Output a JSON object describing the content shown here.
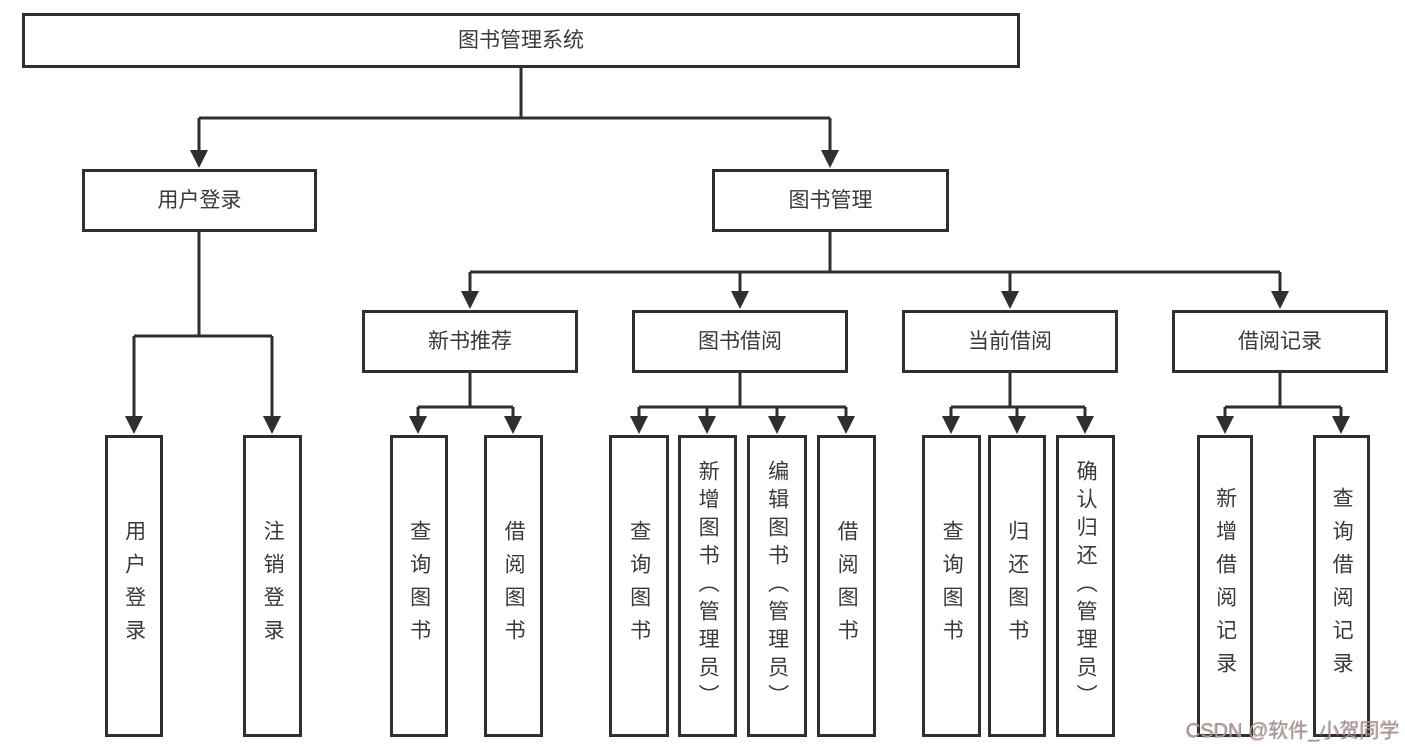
{
  "diagram_type": "hierarchy",
  "colors": {
    "line": "#2f2f2f",
    "text": "#3a3a3a",
    "background": "#ffffff",
    "watermark": "#9b9b9b"
  },
  "root": {
    "label": "图书管理系统"
  },
  "branches": [
    {
      "label": "用户登录",
      "leaves": [
        {
          "label": "用户登录"
        },
        {
          "label": "注销登录"
        }
      ]
    },
    {
      "label": "图书管理",
      "groups": [
        {
          "label": "新书推荐",
          "leaves": [
            {
              "label": "查询图书"
            },
            {
              "label": "借阅图书"
            }
          ]
        },
        {
          "label": "图书借阅",
          "leaves": [
            {
              "label": "查询图书"
            },
            {
              "label": "新增图书（管理员）"
            },
            {
              "label": "编辑图书（管理员）"
            },
            {
              "label": "借阅图书"
            }
          ]
        },
        {
          "label": "当前借阅",
          "leaves": [
            {
              "label": "查询图书"
            },
            {
              "label": "归还图书"
            },
            {
              "label": "确认归还（管理员）"
            }
          ]
        },
        {
          "label": "借阅记录",
          "leaves": [
            {
              "label": "新增借阅记录"
            },
            {
              "label": "查询借阅记录"
            }
          ]
        }
      ]
    }
  ],
  "watermark": {
    "text": "CSDN @软件_小贺同学"
  }
}
